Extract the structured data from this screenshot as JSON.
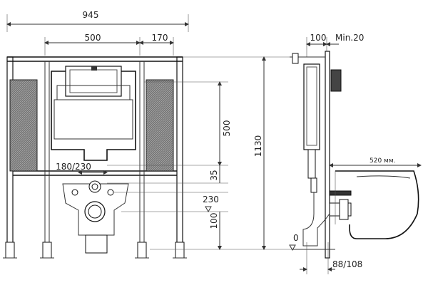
{
  "front_view": {
    "dim_total_width": "945",
    "dim_tank_width": "500",
    "dim_side_width": "170",
    "dim_flush_spacing": "180/230",
    "dim_tank_height": "500",
    "dim_total_height": "1130",
    "dim_gap": "35",
    "dim_outlet_height": "230",
    "dim_bottom": "100",
    "dim_floor": "0"
  },
  "side_view": {
    "dim_depth": "100",
    "dim_min": "Min.20",
    "dim_bowl_length": "520 мм.",
    "dim_foot_depth": "88/108"
  }
}
